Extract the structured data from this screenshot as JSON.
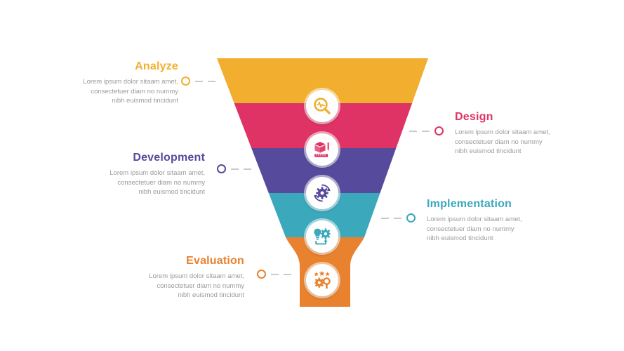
{
  "infographic": {
    "type": "funnel",
    "stage_count": 5,
    "body_text": "Lorem ipsum dolor sitaam amet,\nconsectetuer diam no nummy\nnibh euismod tincidunt",
    "colors": {
      "analyze": "#F2AE2E",
      "design": "#DE3364",
      "development": "#554A9C",
      "implementation": "#3BA8BC",
      "evaluation": "#E8822E",
      "body_text": "#9A9A9A",
      "dash": "#C9C9C9",
      "background": "#FFFFFF"
    },
    "stages": [
      {
        "id": "analyze",
        "title": "Analyze",
        "desc": "Lorem ipsum dolor sitaam amet,\nconsectetuer diam no nummy\nnibh euismod tincidunt",
        "color": "#F2AE2E",
        "side": "left",
        "icon": "magnifier-pulse-icon"
      },
      {
        "id": "design",
        "title": "Design",
        "desc": "Lorem ipsum dolor sitaam amet,\nconsectetuer diam no nummy\nnibh euismod tincidunt",
        "color": "#DE3364",
        "side": "right",
        "icon": "cube-pencil-ruler-icon"
      },
      {
        "id": "development",
        "title": "Development",
        "desc": "Lorem ipsum dolor sitaam amet,\nconsectetuer diam no nummy\nnibh euismod tincidunt",
        "color": "#554A9C",
        "side": "left",
        "icon": "gear-cycle-icon"
      },
      {
        "id": "implementation",
        "title": "Implementation",
        "desc": "Lorem ipsum dolor sitaam amet,\nconsectetuer diam no nummy\nnibh euismod tincidunt",
        "color": "#3BA8BC",
        "side": "right",
        "icon": "bulb-gear-arrow-icon"
      },
      {
        "id": "evaluation",
        "title": "Evaluation",
        "desc": "Lorem ipsum dolor sitaam amet,\nconsectetuer diam no nummy\nnibh euismod tincidunt",
        "color": "#E8822E",
        "side": "left",
        "icon": "stars-gear-magnifier-icon"
      }
    ]
  }
}
